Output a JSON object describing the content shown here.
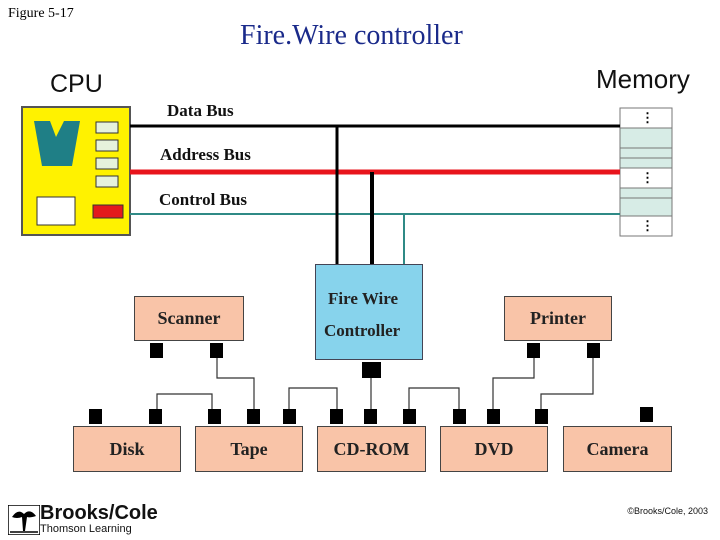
{
  "figure_label": "Figure 5-17",
  "title": "Fire.Wire controller",
  "cpu_label": "CPU",
  "memory_label": "Memory",
  "memory_ellipsis": "⋮",
  "buses": {
    "data": "Data Bus",
    "address": "Address Bus",
    "control": "Control Bus"
  },
  "bus_colors": {
    "data": "#000000",
    "address": "#e8141c",
    "control": "#2f8a86"
  },
  "firewire": {
    "line1": "Fire Wire",
    "line2": "Controller"
  },
  "devices": {
    "scanner": "Scanner",
    "printer": "Printer",
    "disk": "Disk",
    "tape": "Tape",
    "cdrom": "CD-ROM",
    "dvd": "DVD",
    "camera": "Camera"
  },
  "colors": {
    "device_fill": "#f9c4a8",
    "controller_fill": "#87d3ec",
    "cpu_fill": "#fff200",
    "cpu_chip": "#1f7f86",
    "cpu_red": "#e31a1c",
    "memory_cell": "#d7ece6"
  },
  "logo": {
    "name": "Brooks/Cole",
    "sub": "Thomson Learning"
  },
  "copyright": "©Brooks/Cole, 2003"
}
